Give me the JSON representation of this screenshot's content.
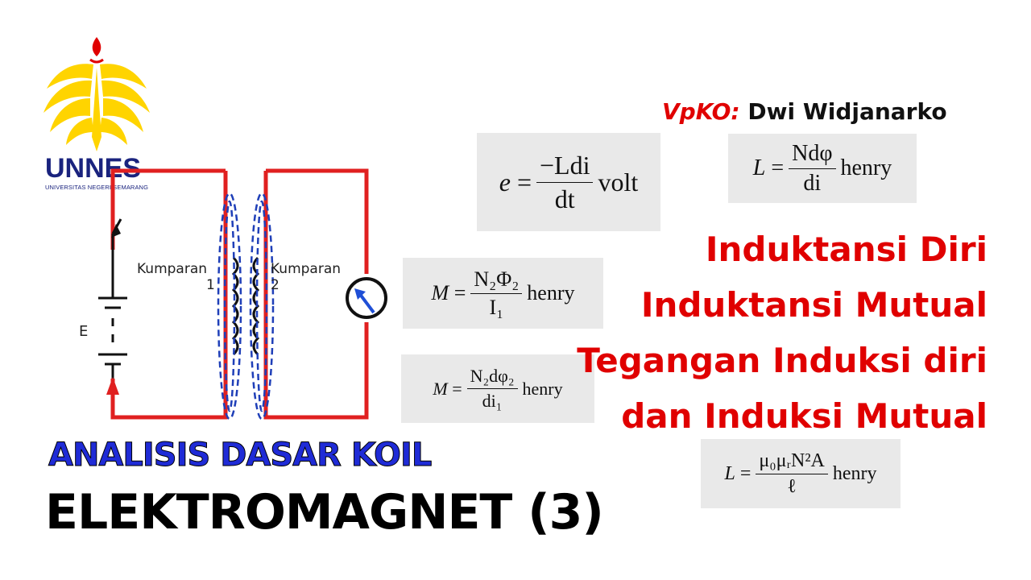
{
  "logo": {
    "text": "UNNES",
    "subtitle": "UNIVERSITAS NEGERI SEMARANG"
  },
  "author": {
    "prefix": "VpKO",
    "separator": ":",
    "name": "Dwi Widjanarko"
  },
  "circuit": {
    "coil1_label": "Kumparan",
    "coil1_num": "1",
    "coil2_label": "Kumparan",
    "coil2_num": "2",
    "source_label": "E"
  },
  "formulas": {
    "f1": {
      "lhs": "e",
      "eq": "=",
      "num": "−Ldi",
      "den": "dt",
      "unit": "volt"
    },
    "f2": {
      "lhs": "L",
      "eq": "=",
      "num": "Ndφ",
      "den": "di",
      "unit": "henry"
    },
    "f3": {
      "lhs": "M",
      "eq": "=",
      "num": "N₂Φ₂",
      "den": "I₁",
      "unit": "henry"
    },
    "f4": {
      "lhs": "M",
      "eq": "=",
      "num": "N₂dφ₂",
      "den": "di₁",
      "unit": "henry"
    },
    "f5": {
      "lhs": "L",
      "eq": "=",
      "num": "μ₀μᵣN²A",
      "den": "ℓ",
      "unit": "henry"
    }
  },
  "headings": {
    "line1": "Induktansi Diri",
    "line2": "Induktansi Mutual",
    "line3": "Tegangan Induksi diri",
    "line4": "dan Induksi Mutual"
  },
  "title": {
    "line1": "ANALISIS DASAR KOIL",
    "line2": "ELEKTROMAGNET (3)"
  },
  "colors": {
    "accent_red": "#e00000",
    "title_blue": "#1f2bd6",
    "logo_yellow": "#ffd400",
    "logo_blue": "#1a237e"
  }
}
